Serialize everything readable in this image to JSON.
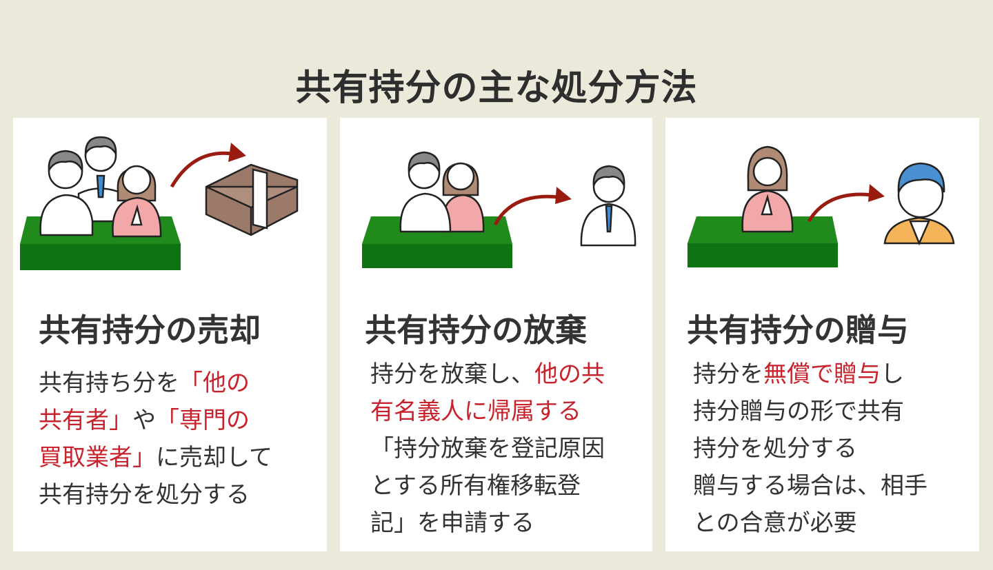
{
  "page": {
    "title": "共有持分の主な処分方法",
    "background_color": "#ebe9d9",
    "accent_color": "#c8232c"
  },
  "cards": [
    {
      "title": "共有持分の売却",
      "illustration": "three-co-owners-on-land-arrow-to-cash",
      "lines": [
        [
          {
            "text": "共有持ち分を",
            "hl": false
          },
          {
            "text": "「他の",
            "hl": true
          }
        ],
        [
          {
            "text": "共有者」",
            "hl": true
          },
          {
            "text": "や",
            "hl": false
          },
          {
            "text": "「専門の",
            "hl": true
          }
        ],
        [
          {
            "text": "買取業者」",
            "hl": true
          },
          {
            "text": "に売却して",
            "hl": false
          }
        ],
        [
          {
            "text": "共有持分を処分する",
            "hl": false
          }
        ]
      ]
    },
    {
      "title": "共有持分の放棄",
      "illustration": "two-co-owners-on-land-arrow-to-man",
      "lines": [
        [
          {
            "text": "持分を放棄し、",
            "hl": false
          },
          {
            "text": "他の共",
            "hl": true
          }
        ],
        [
          {
            "text": "有名義人に帰属する",
            "hl": true
          }
        ],
        [
          {
            "text": "「持分放棄を登記原因",
            "hl": false
          }
        ],
        [
          {
            "text": "とする所有権移転登",
            "hl": false
          }
        ],
        [
          {
            "text": "記」を申請する",
            "hl": false
          }
        ]
      ]
    },
    {
      "title": "共有持分の贈与",
      "illustration": "woman-on-land-arrow-to-person",
      "lines": [
        [
          {
            "text": "持分を",
            "hl": false
          },
          {
            "text": "無償で贈与",
            "hl": true
          },
          {
            "text": "し",
            "hl": false
          }
        ],
        [
          {
            "text": "持分贈与の形で共有",
            "hl": false
          }
        ],
        [
          {
            "text": "持分を処分する",
            "hl": false
          }
        ],
        [
          {
            "text": "贈与する場合は、相手",
            "hl": false
          }
        ],
        [
          {
            "text": "との合意が必要",
            "hl": false
          }
        ]
      ]
    }
  ]
}
